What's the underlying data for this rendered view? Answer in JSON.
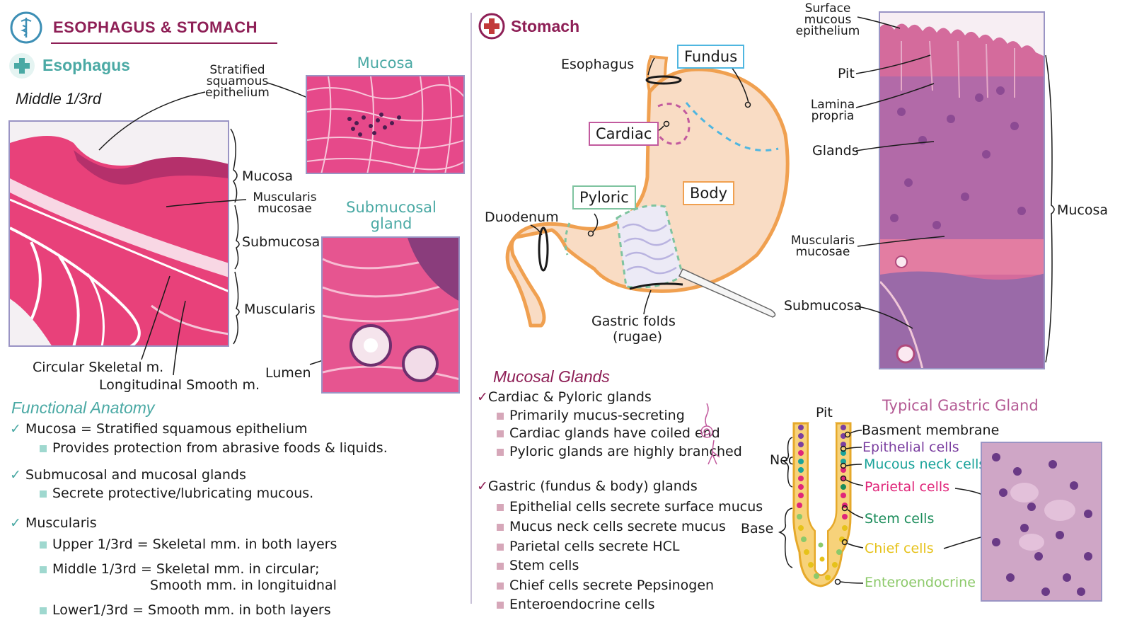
{
  "header": {
    "title": "ESOPHAGUS & STOMACH"
  },
  "esophagus": {
    "heading": "Esophagus",
    "region": "Middle 1/3rd",
    "labels": {
      "stratified": "Stratified squamous epithelium",
      "mucosa": "Mucosa",
      "muscularis_mucosae": "Muscularis mucosae",
      "submucosa": "Submucosa",
      "muscularis": "Muscularis",
      "circular": "Circular Skeletal m.",
      "longitudinal": "Longitudinal Smooth m.",
      "lumen": "Lumen"
    },
    "inset_mucosa": "Mucosa",
    "inset_submucosal": "Submucosal gland"
  },
  "functional": {
    "heading": "Functional Anatomy",
    "items": [
      {
        "title": "Mucosa = Stratified squamous epithelium",
        "subs": [
          "Provides protection from abrasive foods & liquids."
        ]
      },
      {
        "title": "Submucosal and mucosal glands",
        "subs": [
          "Secrete protective/lubricating mucous."
        ]
      },
      {
        "title": "Muscularis",
        "subs": [
          "Upper 1/3rd = Skeletal mm. in both layers",
          "Middle 1/3rd = Skeletal mm. in circular;",
          "Smooth mm. in longituidnal",
          "Lower1/3rd = Smooth mm. in both layers"
        ]
      }
    ]
  },
  "stomach": {
    "heading": "Stomach",
    "labels": {
      "esophagus": "Esophagus",
      "fundus": "Fundus",
      "cardiac": "Cardiac",
      "body": "Body",
      "pyloric": "Pyloric",
      "duodenum": "Duodenum",
      "gastric_folds": "Gastric folds",
      "rugae": "(rugae)"
    }
  },
  "stomach_histo": {
    "labels": {
      "surface": "Surface mucous epithelium",
      "pit": "Pit",
      "lamina": "Lamina propria",
      "glands": "Glands",
      "muscularis_mucosae": "Muscularis mucosae",
      "submucosa": "Submucosa",
      "mucosa": "Mucosa"
    }
  },
  "mucosal_glands": {
    "heading": "Mucosal Glands",
    "groups": [
      {
        "title": "Cardiac & Pyloric glands",
        "items": [
          "Primarily mucus-secreting",
          "Cardiac glands have coiled end",
          "Pyloric glands are highly branched"
        ]
      },
      {
        "title": "Gastric (fundus & body) glands",
        "items": [
          "Epithelial cells secrete surface mucus",
          "Mucus neck cells secrete mucus",
          "Parietal cells secrete HCL",
          "Stem cells",
          "Chief cells secrete Pepsinogen",
          "Enteroendocrine cells"
        ]
      }
    ]
  },
  "gastric_gland": {
    "title": "Typical Gastric Gland",
    "pit": "Pit",
    "neck": "Neck",
    "base": "Base",
    "legend": [
      {
        "label": "Basment membrane",
        "color": "#1a1a1a"
      },
      {
        "label": "Epithelial cells",
        "color": "#7b3fa0"
      },
      {
        "label": "Mucous neck cells",
        "color": "#1aa39a"
      },
      {
        "label": "Parietal cells",
        "color": "#e0267a"
      },
      {
        "label": "Stem cells",
        "color": "#1a8c5a"
      },
      {
        "label": "Chief cells",
        "color": "#e6c21a"
      },
      {
        "label": "Enteroendocrine",
        "color": "#8cc96a"
      }
    ]
  }
}
